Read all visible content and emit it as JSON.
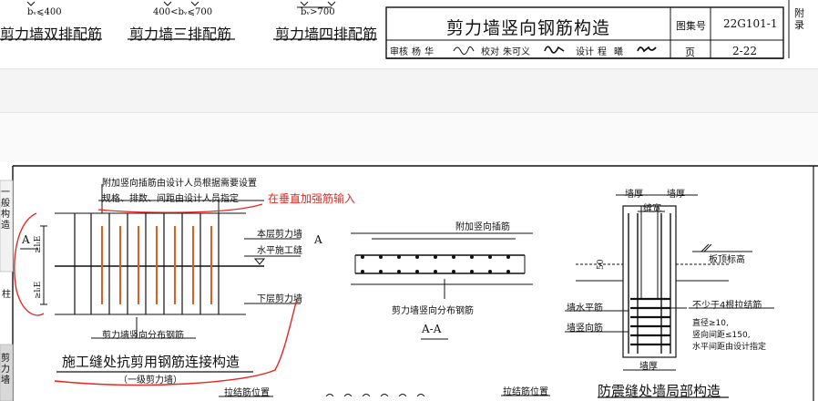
{
  "top": {
    "size_labels": [
      "bᵥ⩽400",
      "400<bᵥ⩽700",
      "bᵥ>700"
    ],
    "captions": [
      "剪力墙双排配筋",
      "剪力墙三排配筋",
      "剪力墙四排配筋"
    ],
    "title": "剪力墙竖向钢筋构造",
    "atlas_label": "图集号",
    "atlas_value": "22G101-1",
    "page_label": "页",
    "page_value": "2-22",
    "appendix": "附录",
    "sign_row": [
      "审核",
      "杨",
      "华",
      "校对",
      "朱可义",
      "设计",
      "程",
      "曦"
    ]
  },
  "bottom": {
    "side_tabs": [
      "一般构造",
      "柱",
      "剪力墙"
    ],
    "note1": "附加竖向插筋由设计人员根据需要设置",
    "note2": "规格、排数、间距由设计人员指定",
    "annotation_red": "在垂直加强筋输入",
    "left": {
      "section_mark": "A",
      "lap_label": "≥lₗE",
      "upper_wall": "本层剪力墙",
      "construction_joint": "水平施工缝",
      "lower_wall": "下层剪力墙",
      "dist_bar": "剪力墙竖向分布钢筋",
      "title": "施工缝处抗剪用钢筋连接构造",
      "subtitle": "（一级剪力墙）"
    },
    "middle": {
      "extra_bar": "附加竖向插筋",
      "dist_bar": "剪力墙竖向分布钢筋",
      "section": "A-A"
    },
    "right": {
      "wall_thk1": "墙厚",
      "wall_thk2": "墙厚",
      "gap_width": "缝宽",
      "slab_level": "板顶标高",
      "dim50": "50",
      "horiz_bar": "墙水平筋",
      "vert_bar": "墙竖向筋",
      "ties1": "不少于4根拉结筋",
      "ties2": "直径≥10,",
      "ties3": "竖向间距≤150,",
      "ties4": "水平间距由设计指定",
      "wall_thk3": "墙厚",
      "title": "防震缝处墙局部构造"
    },
    "bottom_tie1": "拉结筋位置",
    "bottom_tie2": "拉结筋位置"
  },
  "colors": {
    "ink": "#111111",
    "red": "#e8261f",
    "orange": "#e65a1a"
  }
}
